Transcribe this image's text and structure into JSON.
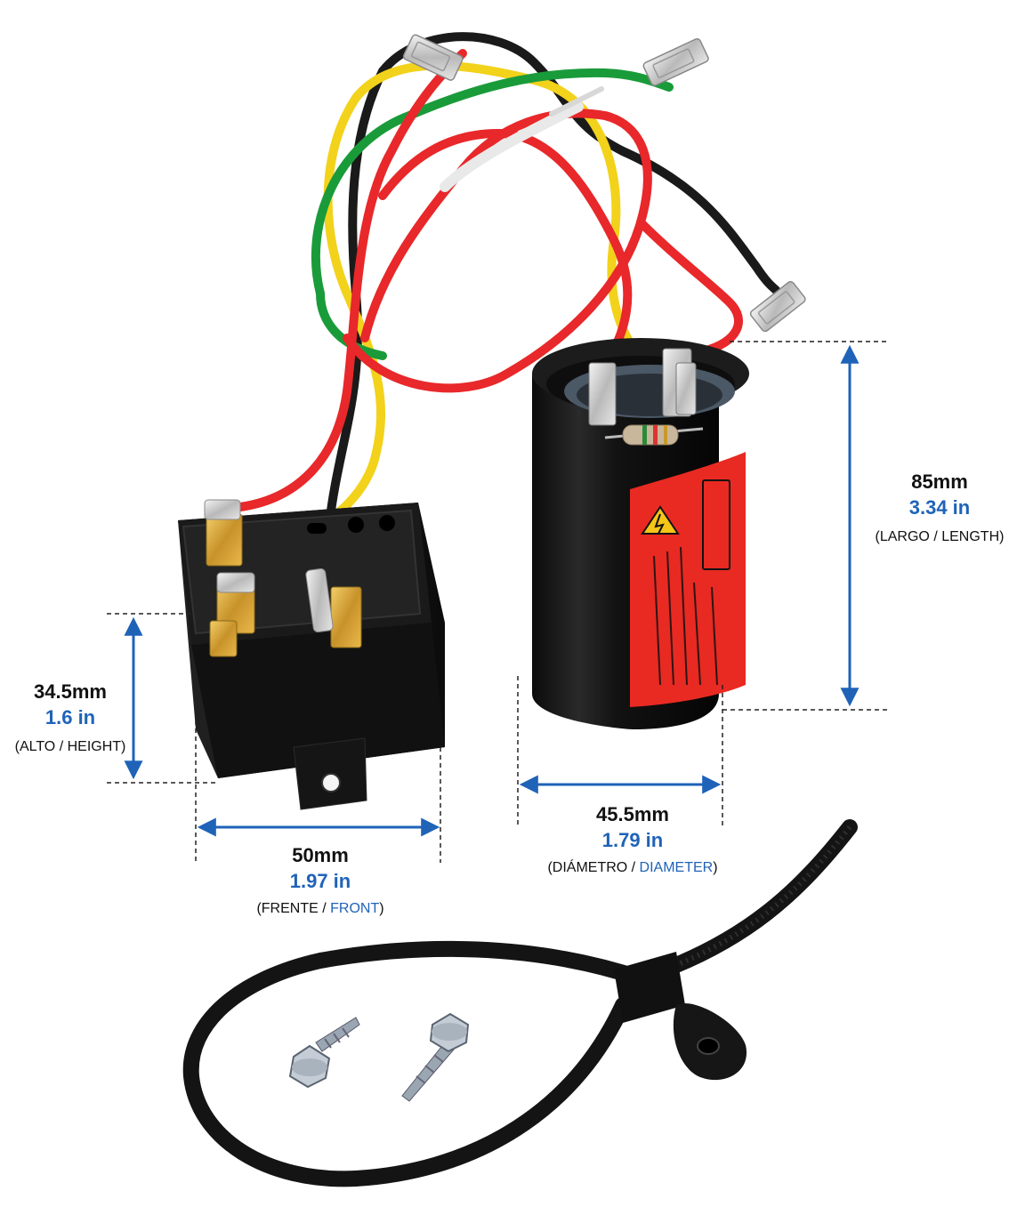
{
  "colors": {
    "accent_blue": "#1f63b8",
    "wire_red": "#e8282a",
    "wire_yellow": "#f2d21b",
    "wire_green": "#1a9b3a",
    "wire_black": "#1a1a1a",
    "label_red": "#e82a22",
    "body_black": "#141414"
  },
  "dimensions": {
    "length": {
      "mm": "85mm",
      "inch": "3.34 in",
      "caption_es": "(LARGO / ",
      "caption_en": "LENGTH",
      "caption_end": ")"
    },
    "height": {
      "mm": "34.5mm",
      "inch": "1.6 in",
      "caption_es": "(ALTO / ",
      "caption_en": "HEIGHT",
      "caption_end": ")"
    },
    "front": {
      "mm": "50mm",
      "inch": "1.97 in",
      "caption_es": "(FRENTE / ",
      "caption_en": "FRONT",
      "caption_end": ")"
    },
    "diameter": {
      "mm": "45.5mm",
      "inch": "1.79 in",
      "caption_es": "(DIÁMETRO / ",
      "caption_en": "DIAMETER",
      "caption_end": ")"
    }
  },
  "components": [
    "relay-box",
    "capacitor",
    "wire-harness",
    "cable-tie",
    "self-tapping-screw",
    "self-tapping-screw"
  ]
}
